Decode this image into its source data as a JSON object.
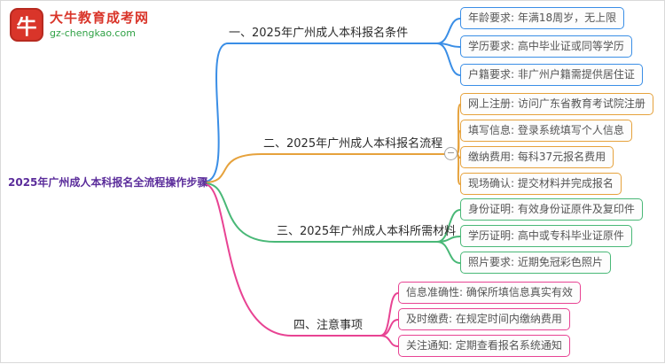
{
  "site": {
    "name": "大牛教育成考网",
    "domain": "gz-chengkao.com",
    "logo_glyph": "牛",
    "brand_color": "#d9352a",
    "domain_color": "#2fa145"
  },
  "mindmap": {
    "root": "2025年广州成人本科报名全流程操作步骤",
    "root_color": "#5b2d9b",
    "branches": [
      {
        "label": "一、2025年广州成人本科报名条件",
        "color": "#3a8ee6",
        "children": [
          "年龄要求: 年满18周岁，无上限",
          "学历要求: 高中毕业证或同等学历",
          "户籍要求: 非广州户籍需提供居住证"
        ]
      },
      {
        "label": "二、2025年广州成人本科报名流程",
        "color": "#e6a23c",
        "collapse_icon": "−",
        "children": [
          "网上注册: 访问广东省教育考试院注册",
          "填写信息: 登录系统填写个人信息",
          "缴纳费用: 每科37元报名费用",
          "现场确认: 提交材料并完成报名"
        ]
      },
      {
        "label": "三、2025年广州成人本科所需材料",
        "color": "#49b877",
        "children": [
          "身份证明: 有效身份证原件及复印件",
          "学历证明: 高中或专科毕业证原件",
          "照片要求: 近期免冠彩色照片"
        ]
      },
      {
        "label": "四、注意事项",
        "color": "#e84393",
        "children": [
          "信息准确性: 确保所填信息真实有效",
          "及时缴费: 在规定时间内缴纳费用",
          "关注通知: 定期查看报名系统通知"
        ]
      }
    ]
  }
}
